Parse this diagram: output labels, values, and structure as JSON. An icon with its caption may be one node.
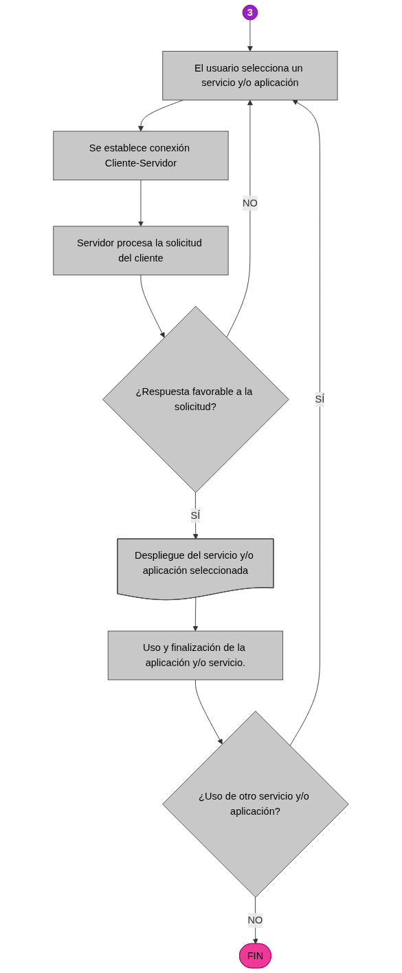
{
  "diagram": {
    "nodes": [
      {
        "text": [
          "3"
        ]
      },
      {
        "text": [
          "El usuario selecciona un servicio y/o aplicación"
        ]
      },
      {
        "text": [
          "Se establece conexión Cliente-Servidor"
        ]
      },
      {
        "text": [
          "Servidor procesa la solicitud del cliente"
        ]
      },
      {
        "text": [
          "¿Respuesta favorable a la solicitud?"
        ]
      },
      {
        "text": [
          "Despliegue del servicio y/o aplicación seleccionada"
        ]
      },
      {
        "text": [
          "Uso y finalización de la aplicación y/o servicio."
        ]
      },
      {
        "text": [
          "¿Uso de otro servicio y/o aplicación?"
        ]
      },
      {
        "text": [
          "FIN"
        ]
      }
    ],
    "edges": [
      {
        "from": 0,
        "to": 1,
        "arrow": "to"
      },
      {
        "from": 1,
        "to": 2,
        "arrow": "to"
      },
      {
        "from": 2,
        "to": 3,
        "arrow": "to"
      },
      {
        "from": 3,
        "to": 4,
        "arrow": "to"
      },
      {
        "from": 4,
        "to": 1,
        "label": "NO",
        "arrow": "to"
      },
      {
        "from": 4,
        "to": 5,
        "label": "SÍ",
        "arrow": "to"
      },
      {
        "from": 5,
        "to": 6,
        "arrow": "to"
      },
      {
        "from": 6,
        "to": 7,
        "arrow": "to"
      },
      {
        "from": 7,
        "to": 8,
        "label": "NO",
        "arrow": "to"
      },
      {
        "from": 7,
        "to": 1,
        "label": "SÍ",
        "arrow": "to"
      }
    ]
  }
}
